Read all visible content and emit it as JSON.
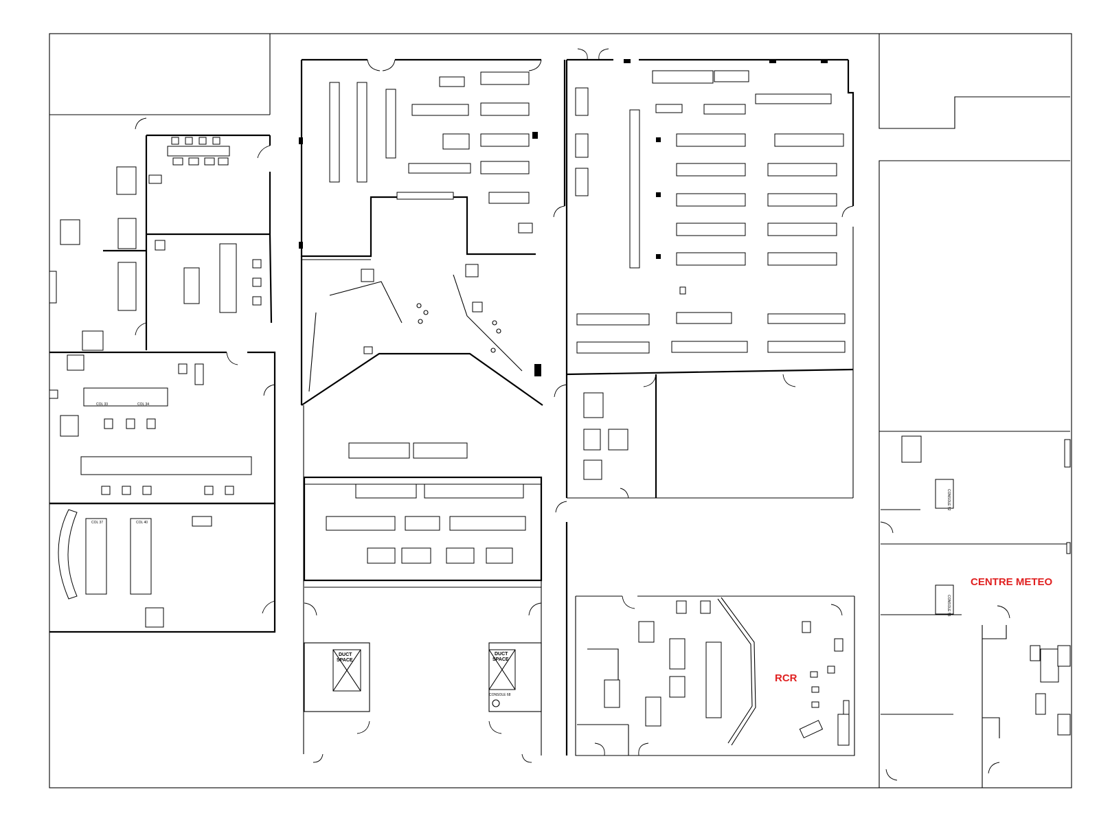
{
  "floor_plan": {
    "rooms": [
      {
        "id": "rcr",
        "label": "RCR",
        "color": "#e02020"
      },
      {
        "id": "centre-meteo",
        "label": "CENTRE METEO",
        "color": "#e02020"
      }
    ],
    "duct_spaces": [
      {
        "label_line1": "DUCT",
        "label_line2": "SPACE"
      },
      {
        "label_line1": "DUCT",
        "label_line2": "SPACE"
      }
    ],
    "console_labels": {
      "console_68": "CONSOLE 68",
      "console_52": "CONSOLE 52",
      "console_53": "CONSOLE 53",
      "col_37": "COL 37",
      "col_40": "COL 40",
      "col_33": "COL 33",
      "col_34": "COL 34"
    }
  }
}
